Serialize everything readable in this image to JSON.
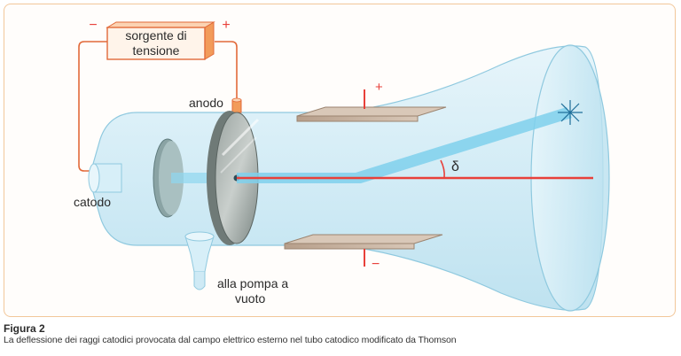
{
  "diagram": {
    "source_label_line1": "sorgente di",
    "source_label_line2": "tensione",
    "source_minus": "−",
    "source_plus": "+",
    "anode_label": "anodo",
    "cathode_label": "catodo",
    "pump_label_line1": "alla pompa a",
    "pump_label_line2": "vuoto",
    "plate_top_sign": "+",
    "plate_bottom_sign": "−",
    "angle_label": "δ",
    "colors": {
      "glass": "#cbe9f5",
      "glass_edge": "#8fc9df",
      "beam": "#7fd0ec",
      "axis": "#e8403a",
      "wire": "#e26a3a",
      "source_fill": "#fde6d2",
      "source_edge": "#e26a3a",
      "plate": "#c9b49f"
    }
  },
  "caption": {
    "title": "Figura 2",
    "text": "La deflessione dei raggi catodici provocata dal campo elettrico esterno nel tubo catodico modificato da Thomson"
  }
}
